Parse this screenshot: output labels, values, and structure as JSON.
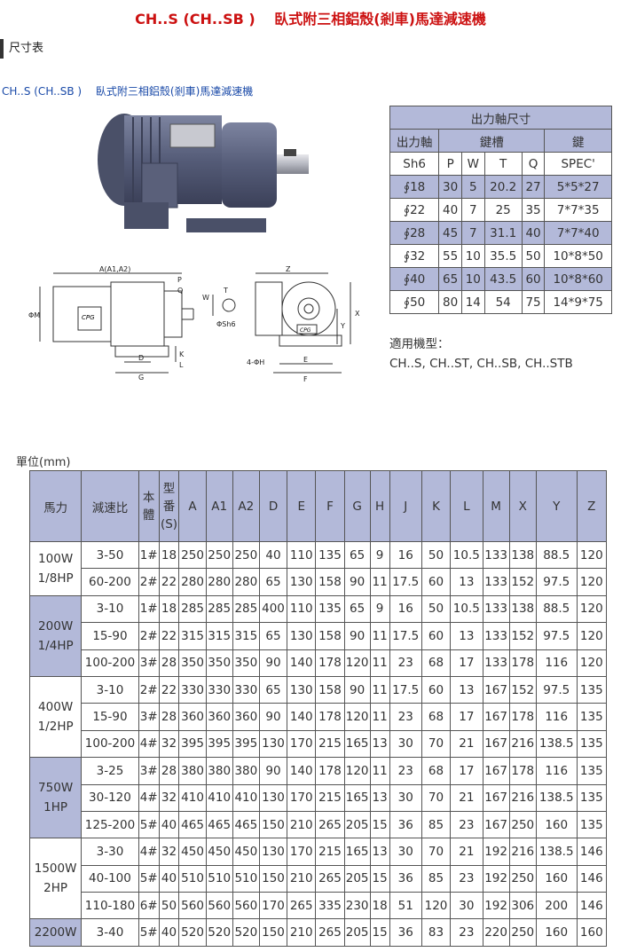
{
  "page": {
    "title": "CH..S (CH..SB )　 臥式附三相鋁殼(剎車)馬達減速機",
    "section": "尺寸表",
    "subtitle": "CH..S (CH..SB )　 臥式附三相鋁殼(剎車)馬達減速機"
  },
  "drawing": {
    "labels": [
      "A(A1,A2)",
      "P",
      "Q",
      "ΦM",
      "D",
      "G",
      "K",
      "L",
      "W",
      "T",
      "ΦSh6",
      "Z",
      "X",
      "Y",
      "4-ΦH",
      "E",
      "F"
    ],
    "logo_text": "CPG"
  },
  "shaft": {
    "title": "出力軸尺寸",
    "groups": [
      "出力軸",
      "鍵槽",
      "鍵"
    ],
    "columns": [
      "Sh6",
      "P",
      "W",
      "T",
      "Q",
      "SPEC'"
    ],
    "rows": [
      [
        "∮18",
        "30",
        "5",
        "20.2",
        "27",
        "5*5*27"
      ],
      [
        "∮22",
        "40",
        "7",
        "25",
        "35",
        "7*7*35"
      ],
      [
        "∮28",
        "45",
        "7",
        "31.1",
        "40",
        "7*7*40"
      ],
      [
        "∮32",
        "55",
        "10",
        "35.5",
        "50",
        "10*8*50"
      ],
      [
        "∮40",
        "65",
        "10",
        "43.5",
        "60",
        "10*8*60"
      ],
      [
        "∮50",
        "80",
        "14",
        "54",
        "75",
        "14*9*75"
      ]
    ]
  },
  "models": {
    "label": "適用機型：",
    "list": "CH..S, CH..ST, CH..SB, CH..STB"
  },
  "spec": {
    "unit": "單位(mm)",
    "headers": [
      "馬力",
      "減速比",
      "本體",
      "型番(S)",
      "A",
      "A1",
      "A2",
      "D",
      "E",
      "F",
      "G",
      "H",
      "J",
      "K",
      "L",
      "M",
      "X",
      "Y",
      "Z"
    ],
    "groups": [
      {
        "power": [
          "100W",
          "1/8HP"
        ],
        "rows": [
          [
            "3-50",
            "1#",
            "18",
            "250",
            "250",
            "250",
            "40",
            "110",
            "135",
            "65",
            "9",
            "16",
            "50",
            "10.5",
            "133",
            "138",
            "88.5",
            "120"
          ],
          [
            "60-200",
            "2#",
            "22",
            "280",
            "280",
            "280",
            "65",
            "130",
            "158",
            "90",
            "11",
            "17.5",
            "60",
            "13",
            "133",
            "152",
            "97.5",
            "120"
          ]
        ]
      },
      {
        "power": [
          "200W",
          "1/4HP"
        ],
        "rows": [
          [
            "3-10",
            "1#",
            "18",
            "285",
            "285",
            "285",
            "400",
            "110",
            "135",
            "65",
            "9",
            "16",
            "50",
            "10.5",
            "133",
            "138",
            "88.5",
            "120"
          ],
          [
            "15-90",
            "2#",
            "22",
            "315",
            "315",
            "315",
            "65",
            "130",
            "158",
            "90",
            "11",
            "17.5",
            "60",
            "13",
            "133",
            "152",
            "97.5",
            "120"
          ],
          [
            "100-200",
            "3#",
            "28",
            "350",
            "350",
            "350",
            "90",
            "140",
            "178",
            "120",
            "11",
            "23",
            "68",
            "17",
            "133",
            "178",
            "116",
            "120"
          ]
        ]
      },
      {
        "power": [
          "400W",
          "1/2HP"
        ],
        "rows": [
          [
            "3-10",
            "2#",
            "22",
            "330",
            "330",
            "330",
            "65",
            "130",
            "158",
            "90",
            "11",
            "17.5",
            "60",
            "13",
            "167",
            "152",
            "97.5",
            "135"
          ],
          [
            "15-90",
            "3#",
            "28",
            "360",
            "360",
            "360",
            "90",
            "140",
            "178",
            "120",
            "11",
            "23",
            "68",
            "17",
            "167",
            "178",
            "116",
            "135"
          ],
          [
            "100-200",
            "4#",
            "32",
            "395",
            "395",
            "395",
            "130",
            "170",
            "215",
            "165",
            "13",
            "30",
            "70",
            "21",
            "167",
            "216",
            "138.5",
            "135"
          ]
        ]
      },
      {
        "power": [
          "750W",
          "1HP"
        ],
        "rows": [
          [
            "3-25",
            "3#",
            "28",
            "380",
            "380",
            "380",
            "90",
            "140",
            "178",
            "120",
            "11",
            "23",
            "68",
            "17",
            "167",
            "178",
            "116",
            "135"
          ],
          [
            "30-120",
            "4#",
            "32",
            "410",
            "410",
            "410",
            "130",
            "170",
            "215",
            "165",
            "13",
            "30",
            "70",
            "21",
            "167",
            "216",
            "138.5",
            "135"
          ],
          [
            "125-200",
            "5#",
            "40",
            "465",
            "465",
            "465",
            "150",
            "210",
            "265",
            "205",
            "15",
            "36",
            "85",
            "23",
            "167",
            "250",
            "160",
            "135"
          ]
        ]
      },
      {
        "power": [
          "1500W",
          "2HP"
        ],
        "rows": [
          [
            "3-30",
            "4#",
            "32",
            "450",
            "450",
            "450",
            "130",
            "170",
            "215",
            "165",
            "13",
            "30",
            "70",
            "21",
            "192",
            "216",
            "138.5",
            "146"
          ],
          [
            "40-100",
            "5#",
            "40",
            "510",
            "510",
            "510",
            "150",
            "210",
            "265",
            "205",
            "15",
            "36",
            "85",
            "23",
            "192",
            "250",
            "160",
            "146"
          ],
          [
            "110-180",
            "6#",
            "50",
            "560",
            "560",
            "560",
            "170",
            "265",
            "335",
            "230",
            "18",
            "51",
            "120",
            "30",
            "192",
            "306",
            "200",
            "146"
          ]
        ]
      },
      {
        "power": [
          "2200W"
        ],
        "rows": [
          [
            "3-40",
            "5#",
            "40",
            "520",
            "520",
            "520",
            "150",
            "210",
            "265",
            "205",
            "15",
            "36",
            "83",
            "23",
            "220",
            "250",
            "160",
            "160"
          ]
        ]
      }
    ]
  }
}
